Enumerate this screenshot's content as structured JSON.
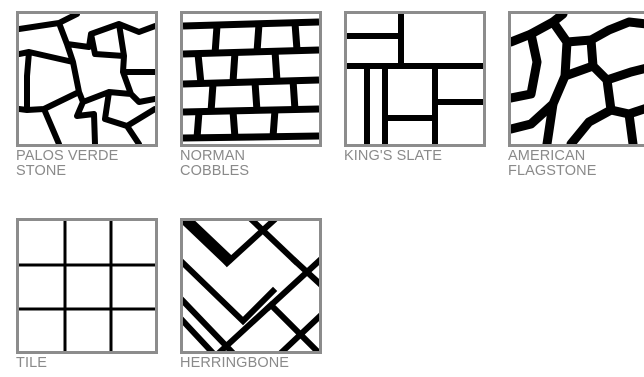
{
  "patterns": [
    {
      "id": "palos-verde-stone",
      "label_line1": "PALOS VERDE",
      "label_line2": "STONE"
    },
    {
      "id": "norman-cobbles",
      "label_line1": "NORMAN",
      "label_line2": "COBBLES"
    },
    {
      "id": "kings-slate",
      "label_line1": "KING'S SLATE",
      "label_line2": ""
    },
    {
      "id": "american-flagstone",
      "label_line1": "AMERICAN",
      "label_line2": "FLAGSTONE"
    },
    {
      "id": "tile",
      "label_line1": "TILE",
      "label_line2": ""
    },
    {
      "id": "herringbone",
      "label_line1": "HERRINGBONE",
      "label_line2": ""
    }
  ],
  "colors": {
    "frame": "#8c8c8c",
    "pattern": "#000000",
    "label": "#8a8a8a"
  }
}
